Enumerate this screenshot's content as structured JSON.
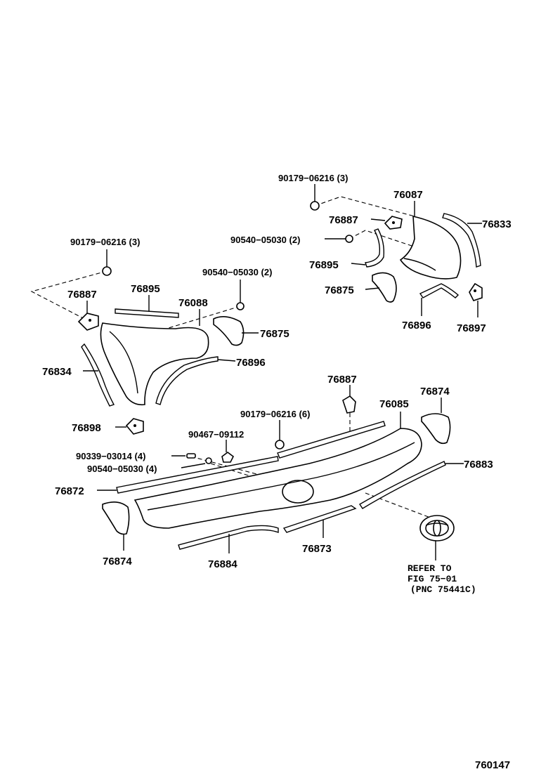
{
  "labels": {
    "p90179_top": "90179−06216 (3)",
    "p76087": "76087",
    "p76887_r": "76887",
    "p76833": "76833",
    "p90540_r": "90540−05030 (2)",
    "p76895_r": "76895",
    "p76875_r": "76875",
    "p76896_r": "76896",
    "p76897": "76897",
    "p90179_l": "90179−06216 (3)",
    "p90540_m": "90540−05030 (2)",
    "p76887_l": "76887",
    "p76895_l": "76895",
    "p76088": "76088",
    "p76875_l": "76875",
    "p76834": "76834",
    "p76896_l": "76896",
    "p76887_c": "76887",
    "p76874_r": "76874",
    "p90179_c": "90179−06216 (6)",
    "p76085": "76085",
    "p76898": "76898",
    "p90467": "90467−09112",
    "p90339": "90339−03014 (4)",
    "p90540_b": "90540−05030 (4)",
    "p76883": "76883",
    "p76872": "76872",
    "p76874_l": "76874",
    "p76884": "76884",
    "p76873": "76873",
    "ref_line1": "REFER TO",
    "ref_line2": "FIG 75−01",
    "ref_line3": "(PNC 75441C)",
    "diagram_id": "760147"
  }
}
